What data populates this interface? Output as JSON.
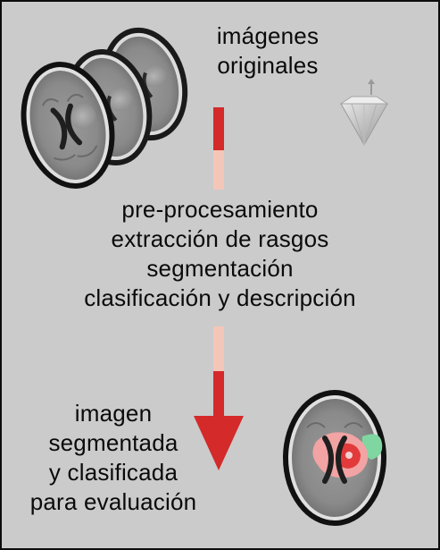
{
  "labels": {
    "original": [
      "imágenes",
      "originales"
    ],
    "steps": [
      "pre-procesamiento",
      "extracción de rasgos",
      "segmentación",
      "clasificación y descripción"
    ],
    "result": [
      "imagen",
      "segmentada",
      "y clasificada",
      "para evaluación"
    ]
  },
  "colors": {
    "background": "#cbcbcb",
    "border": "#0d0d0d",
    "arrow_dark": "#d42a2a",
    "arrow_light": "#f4c6b8",
    "segment_pink": "#f2a3a3",
    "segment_red": "#e23a3a",
    "segment_green": "#7fd6a0"
  },
  "icons": [
    "brain-scan-stack",
    "diamond-icon",
    "down-arrow",
    "segmented-brain-scan"
  ]
}
